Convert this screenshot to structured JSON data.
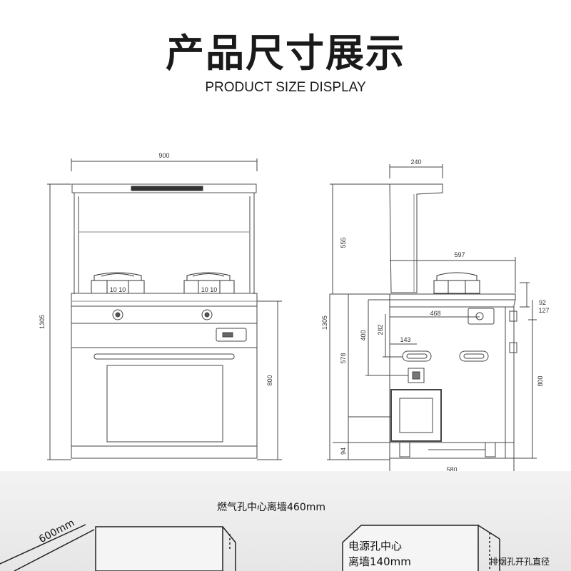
{
  "title_cn": "产品尺寸展示",
  "title_en": "PRODUCT SIZE DISPLAY",
  "front_view": {
    "width_dim": "900",
    "height_dim": "1305",
    "lower_dim": "800",
    "burner_label_left": "10 10",
    "burner_label_right": "10 10"
  },
  "side_view": {
    "top_width_dim": "240",
    "upper_height_dim": "555",
    "hood_depth_dim": "597",
    "total_height_dim": "1305",
    "gas_center_dim": "468",
    "dim_400": "400",
    "dim_282": "282",
    "dim_143": "143",
    "dim_578": "578",
    "dim_92": "92",
    "dim_127": "127",
    "dim_800": "800",
    "dim_94": "94",
    "depth_dim": "580"
  },
  "install_notes": {
    "gas_hole": "燃气孔中心离墙460mm",
    "wall_600": "600mm",
    "power_line1": "电源孔中心",
    "power_line2": "离墙140mm",
    "exhaust": "排烟孔开孔直径"
  }
}
